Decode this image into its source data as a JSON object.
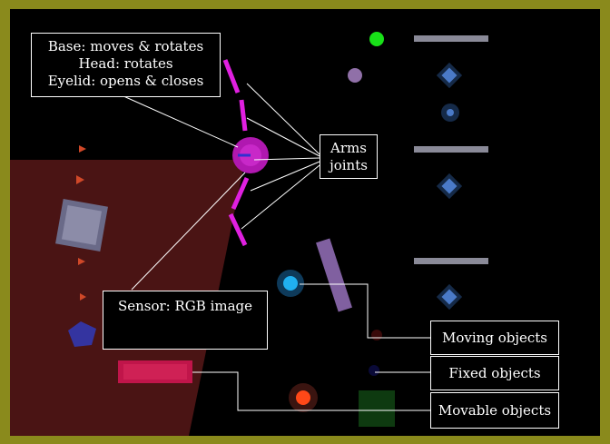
{
  "labels": {
    "agent_parts": [
      "Base: moves & rotates",
      "Head: rotates",
      "Eyelid: opens & closes"
    ],
    "arms": [
      "Arms",
      "joints"
    ],
    "sensor": "Sensor: RGB image",
    "moving": "Moving objects",
    "fixed": "Fixed objects",
    "movable": "Movable objects"
  },
  "colors": {
    "frame": "#8a8a1c",
    "arena": "#000000",
    "field_of_view": "#4a1414",
    "agent": "#c018c0",
    "arms": "#e020e0",
    "label_text": "#ffffff",
    "connector": "#ffffff"
  },
  "sensor_strip": [
    "#9a9a1e",
    "#ff20ff",
    "#9a9a1e",
    "#c0155a",
    "#9a9a1e",
    "#2030d0",
    "#c03028",
    "#40a0b0",
    "#9a9a1e",
    "#c03028",
    "#9a9a1e"
  ]
}
